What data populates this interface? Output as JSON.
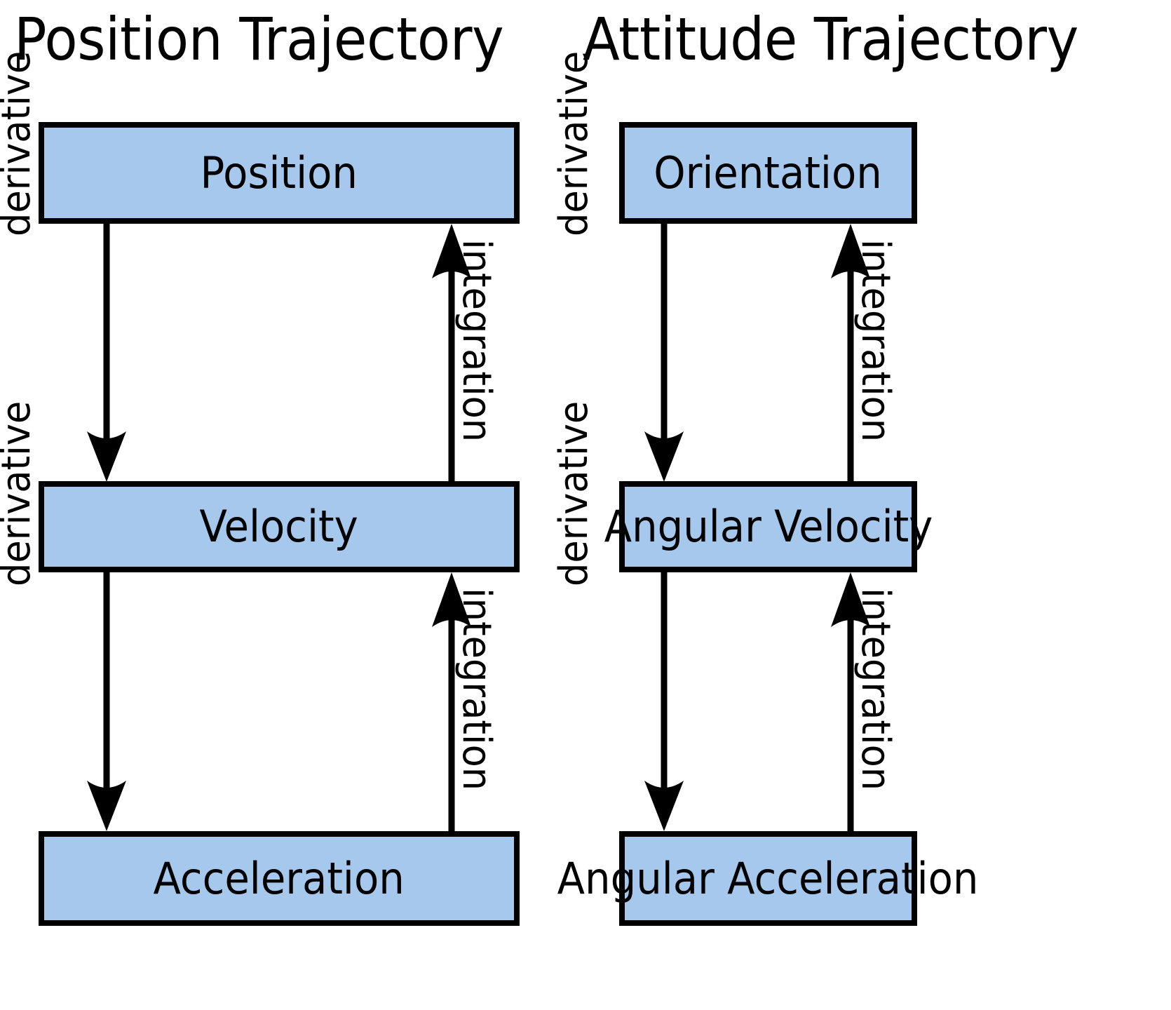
{
  "diagram": {
    "background_color": "#ffffff",
    "box_fill_color": "#a6c8ec",
    "box_border_color": "#000000",
    "arrow_color": "#000000"
  },
  "panels": [
    {
      "id": "position",
      "title": "Position Trajectory",
      "nodes": [
        {
          "id": "position",
          "label": "Position"
        },
        {
          "id": "velocity",
          "label": "Velocity"
        },
        {
          "id": "acceleration",
          "label": "Acceleration"
        }
      ],
      "edges": [
        {
          "id": "pos-to-vel-derivative",
          "label": "derivative",
          "direction": "down",
          "from": "Position",
          "to": "Velocity"
        },
        {
          "id": "vel-to-pos-integration",
          "label": "integration",
          "direction": "up",
          "from": "Velocity",
          "to": "Position"
        },
        {
          "id": "vel-to-acc-derivative",
          "label": "derivative",
          "direction": "down",
          "from": "Velocity",
          "to": "Acceleration"
        },
        {
          "id": "acc-to-vel-integration",
          "label": "integration",
          "direction": "up",
          "from": "Acceleration",
          "to": "Velocity"
        }
      ]
    },
    {
      "id": "attitude",
      "title": "Attitude Trajectory",
      "nodes": [
        {
          "id": "orientation",
          "label": "Orientation"
        },
        {
          "id": "angular-velocity",
          "label": "Angular Velocity"
        },
        {
          "id": "angular-acceleration",
          "label": "Angular Acceleration"
        }
      ],
      "edges": [
        {
          "id": "ori-to-avel-derivative",
          "label": "derivative",
          "direction": "down",
          "from": "Orientation",
          "to": "Angular Velocity"
        },
        {
          "id": "avel-to-ori-integration",
          "label": "integration",
          "direction": "up",
          "from": "Angular Velocity",
          "to": "Orientation"
        },
        {
          "id": "avel-to-aacc-derivative",
          "label": "derivative",
          "direction": "down",
          "from": "Angular Velocity",
          "to": "Angular Acceleration"
        },
        {
          "id": "aacc-to-avel-integration",
          "label": "integration",
          "direction": "up",
          "from": "Angular Acceleration",
          "to": "Angular Velocity"
        }
      ]
    }
  ]
}
